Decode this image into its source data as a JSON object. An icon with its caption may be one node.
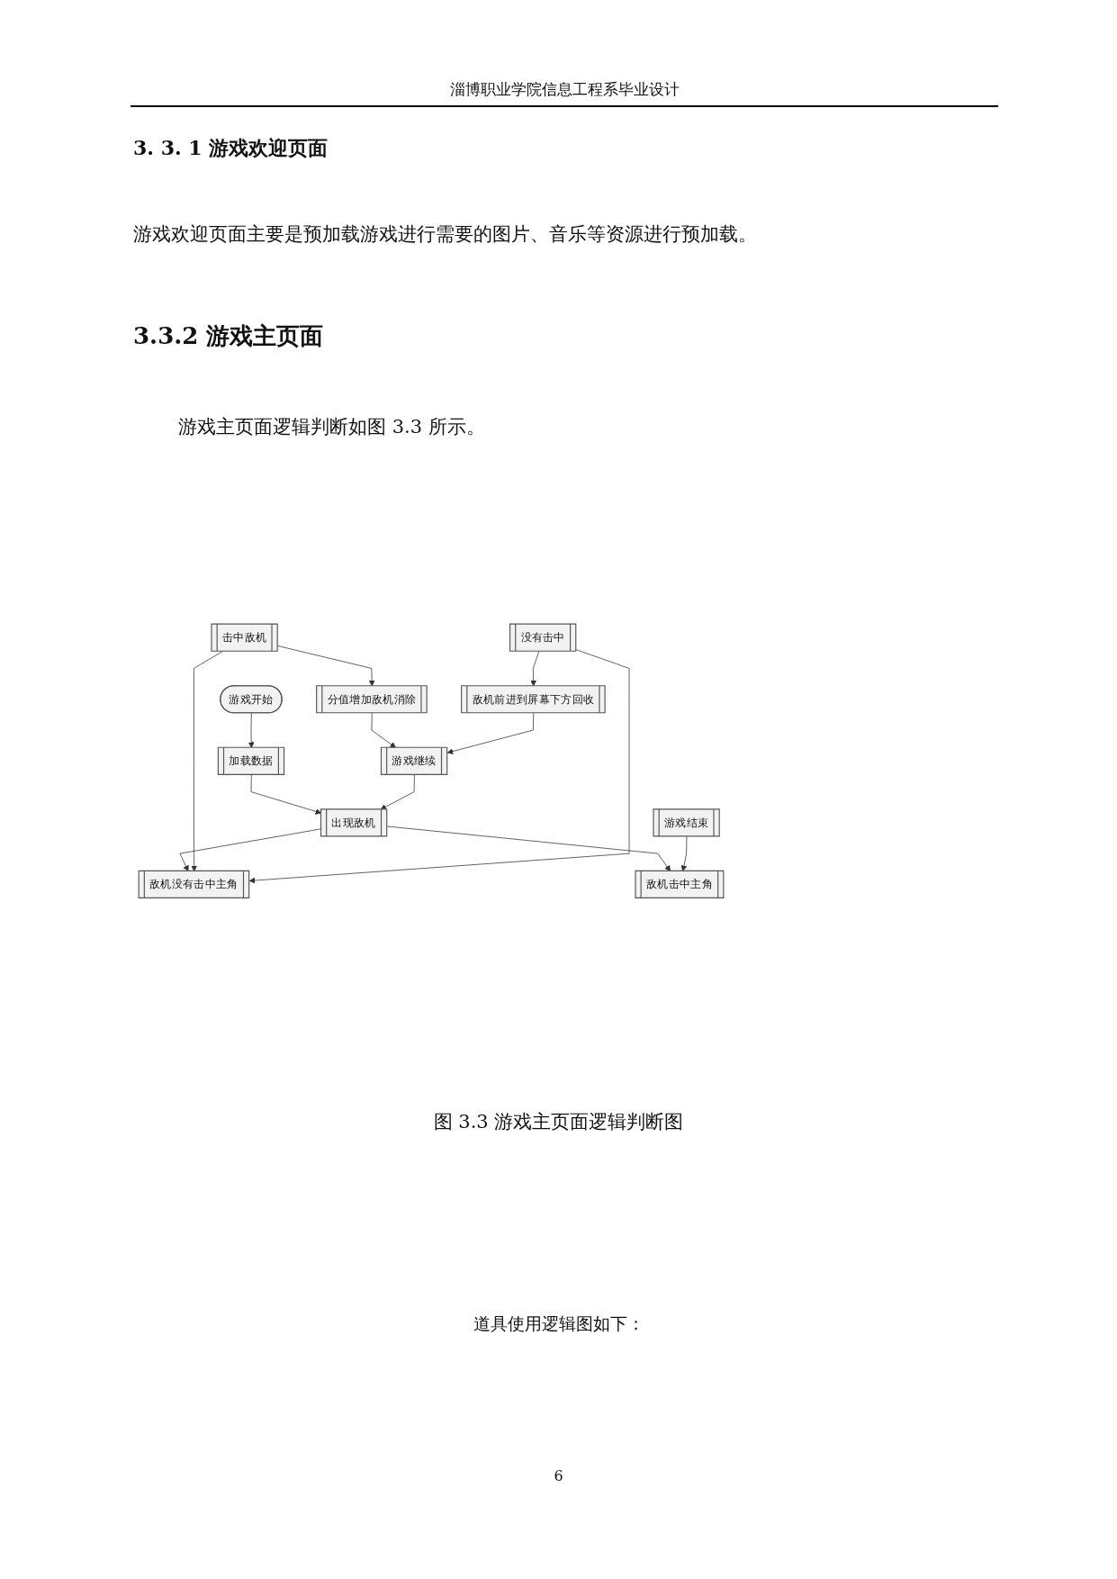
{
  "diagram": {
    "caption": "图 3.3 游戏主页面逻辑判断图",
    "nodes": [
      {
        "text": [
          "游戏开始"
        ]
      },
      {
        "text": [
          "加载数据"
        ]
      },
      {
        "text": [
          "出现敌机"
        ]
      },
      {
        "text": [
          "敌机没有击中主角"
        ]
      },
      {
        "text": [
          "敌机击中主角"
        ]
      },
      {
        "text": [
          "击中敌机"
        ]
      },
      {
        "text": [
          "没有击中"
        ]
      },
      {
        "text": [
          "游戏结束"
        ]
      },
      {
        "text": [
          "分值增加敌机消除"
        ]
      },
      {
        "text": [
          "敌机前进到屏幕下方回收"
        ]
      },
      {
        "text": [
          "游戏继续"
        ]
      }
    ],
    "edges": [
      {
        "from": 0,
        "to": 1,
        "arrow": "to"
      },
      {
        "from": 1,
        "to": 2,
        "arrow": "to"
      },
      {
        "from": 2,
        "to": 3,
        "arrow": "to"
      },
      {
        "from": 2,
        "to": 4,
        "arrow": "to"
      },
      {
        "from": 5,
        "to": 3,
        "arrow": "to"
      },
      {
        "from": 6,
        "to": 3,
        "arrow": "to"
      },
      {
        "from": 7,
        "to": 4,
        "arrow": "to"
      },
      {
        "from": 5,
        "to": 8,
        "arrow": "to"
      },
      {
        "from": 6,
        "to": 9,
        "arrow": "to"
      },
      {
        "from": 8,
        "to": 10,
        "arrow": "to"
      },
      {
        "from": 9,
        "to": 10,
        "arrow": "to"
      },
      {
        "from": 10,
        "to": 2,
        "arrow": "to"
      }
    ],
    "labels": [
      "淄博职业学院信息工程系毕业设计",
      "3. 3. 1 游戏欢迎页面",
      "游戏欢迎页面主要是预加载游戏进行需要的图片、音乐等资源进行预加载。",
      "3.3.2 游戏主页面",
      "游戏主页面逻辑判断如图 3.3 所示。",
      "道具使用逻辑图如下：",
      "6"
    ]
  }
}
